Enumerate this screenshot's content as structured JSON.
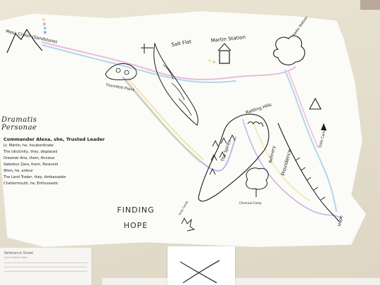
{
  "poster": {
    "locations": {
      "mesa_crater": "Mesa Crater (Sandstone)",
      "salt_flat": "Salt Flat",
      "martin_station": "Martin Station",
      "radio_station": "Radio Station",
      "thornfield_plains": "Thornfield Plains",
      "rattling_hills": "Rattling Hills",
      "the_spires": "The Spires",
      "refinery": "Refinery",
      "providence": "Providence",
      "gale_camp": "Gale Camp",
      "hope": "Hope",
      "grey_camp": "Grey Camp",
      "chemical_camp": "Chemical Camp"
    },
    "dramatis": {
      "title_line1": "Dramatis",
      "title_line2": "Personae",
      "entries": [
        "Commander Alexa, she, Trusted Leader",
        "Lt. Martin, he, Insubordinate",
        "The (dis)Unity, they, displaced",
        "Dreamer Aria, them, Anxious",
        "Saboteur Zara, them, Paranoid",
        "Wren, he, ardour",
        "The Land Trader, they, Ambassador",
        "Chattermouth, he, Enthusiastic"
      ]
    },
    "title_line1": "FINDING",
    "title_line2": "HOPE"
  },
  "reference_card": {
    "title": "Reference Sheet",
    "subtitle": "Alexa Station Note"
  },
  "colors": {
    "poster": "#fbfbf8",
    "wall": "#e4dfcf",
    "pen": "#1b1b1b",
    "route_pink": "#e6a6cf",
    "route_blue": "#9ec7e8",
    "route_purple": "#b69ae0",
    "route_green": "#b8dca6",
    "route_yellow": "#f0df8a"
  }
}
